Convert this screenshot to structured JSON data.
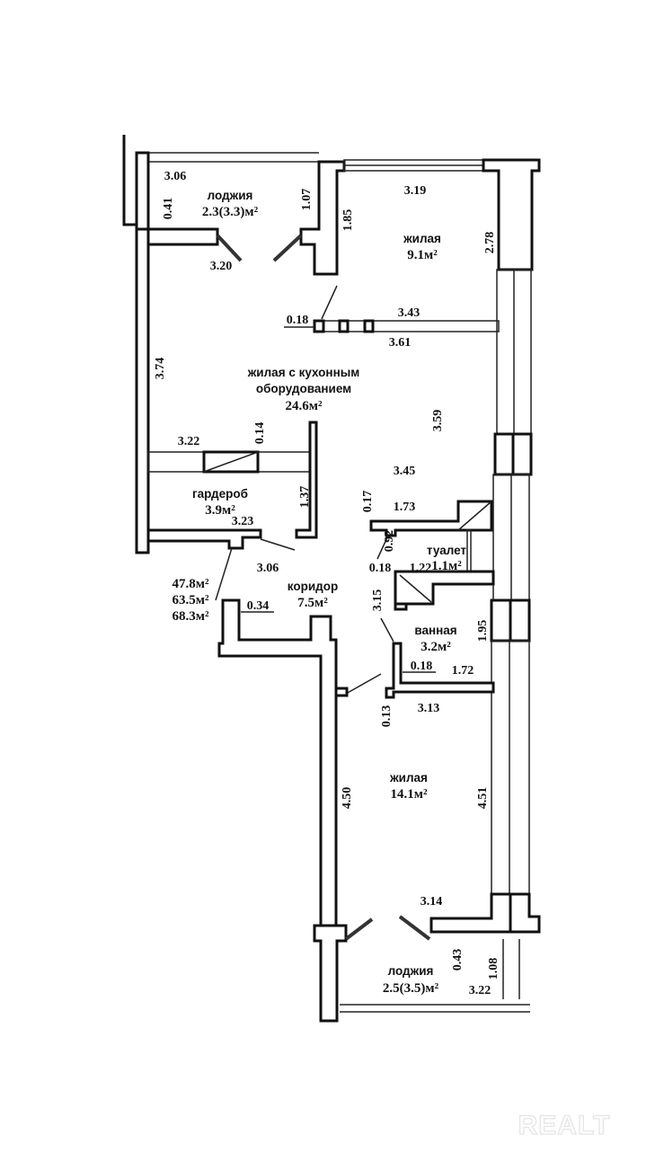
{
  "title": "Floor plan — 2-room apartment",
  "colors": {
    "ink": "#111111",
    "background": "#ffffff",
    "watermark": "#e4e4e4"
  },
  "rooms": [
    {
      "id": "loggia_top",
      "name": "лоджия",
      "area": "2.3(3.3)м²"
    },
    {
      "id": "bedroom_small",
      "name": "жилая",
      "area": "9.1м²"
    },
    {
      "id": "living_kitchen",
      "name_line1": "жилая с кухонным",
      "name_line2": "оборудованием",
      "area": "24.6м²"
    },
    {
      "id": "wardrobe",
      "name": "гардероб",
      "area": "3.9м²"
    },
    {
      "id": "corridor",
      "name": "коридор",
      "area": "7.5м²"
    },
    {
      "id": "toilet",
      "name": "туалет",
      "area": "1.1м²"
    },
    {
      "id": "bathroom",
      "name": "ванная",
      "area": "3.2м²"
    },
    {
      "id": "bedroom_large",
      "name": "жилая",
      "area": "14.1м²"
    },
    {
      "id": "loggia_bottom",
      "name": "лоджия",
      "area": "2.5(3.5)м²"
    }
  ],
  "totals": [
    "47.8м²",
    "63.5м²",
    "68.3м²"
  ],
  "dimensions": {
    "d306_top": "3.06",
    "d041": "0.41",
    "d107": "1.07",
    "d320": "3.20",
    "d319": "3.19",
    "d185": "1.85",
    "d278": "2.78",
    "d018_a": "0.18",
    "d343": "3.43",
    "d361": "3.61",
    "d374": "3.74",
    "d359": "3.59",
    "d322_wardrobe": "3.22",
    "d014": "0.14",
    "d345": "3.45",
    "d137": "1.37",
    "d323": "3.23",
    "d306_corr": "3.06",
    "d017": "0.17",
    "d173": "1.73",
    "d092": "0.92",
    "d018_b": "0.18",
    "d122": "1.22",
    "d034": "0.34",
    "d315": "3.15",
    "d195": "1.95",
    "d018_c": "0.18",
    "d172": "1.72",
    "d013": "0.13",
    "d313": "3.13",
    "d450": "4.50",
    "d451": "4.51",
    "d314": "3.14",
    "d043": "0.43",
    "d108": "1.08",
    "d322_loggia": "3.22"
  },
  "watermark": "REALT"
}
